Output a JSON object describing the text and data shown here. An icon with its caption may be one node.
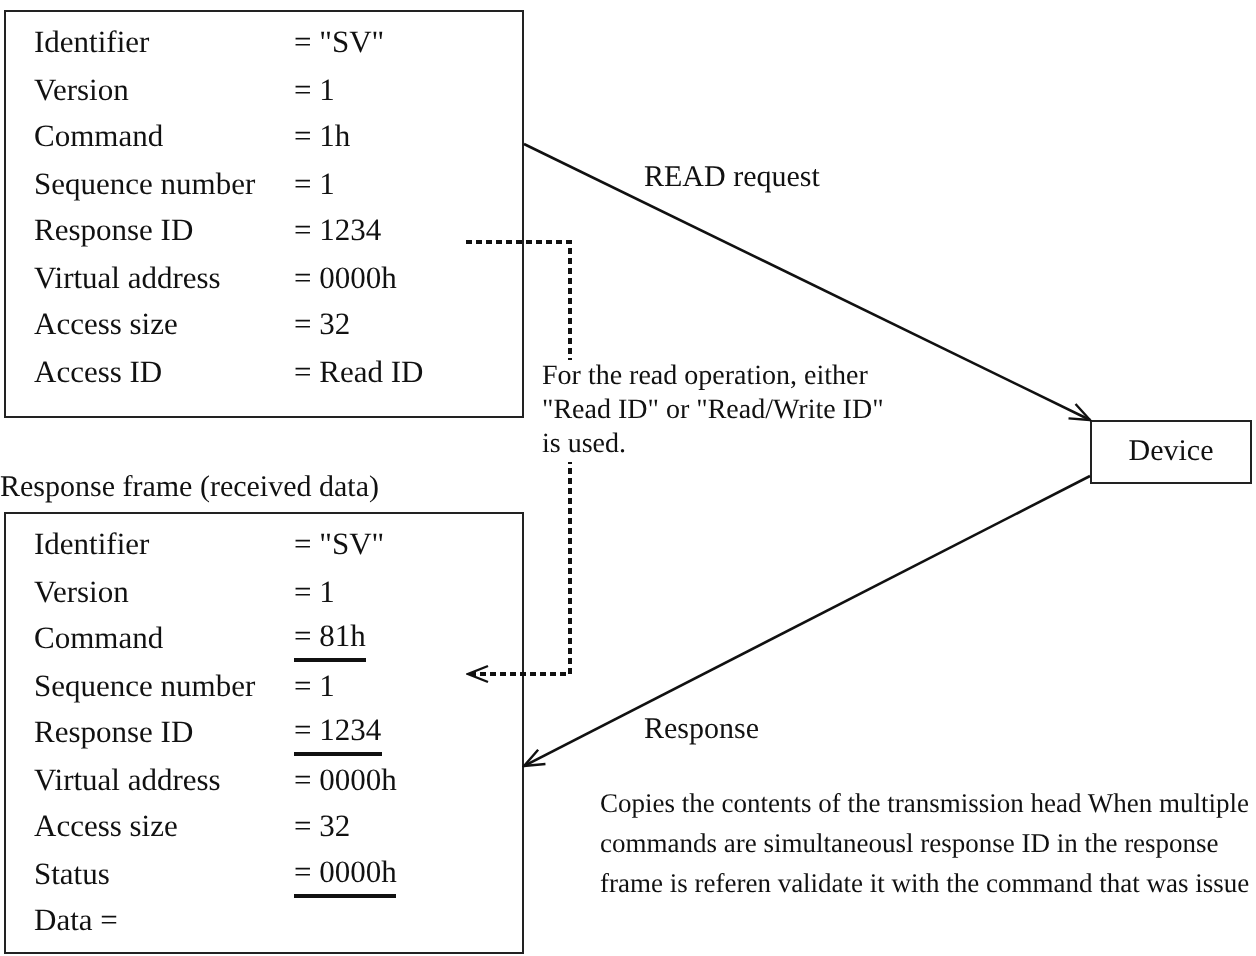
{
  "diagram": {
    "nodes": [
      {
        "text": [
          "Identifier",
          "= \"SV\"",
          "Version",
          "= 1",
          "Command",
          "= 1h",
          "Sequence number",
          "= 1",
          "Response ID",
          "= 1234",
          "Virtual address",
          "= 0000h",
          "Access size",
          "= 32",
          "Access ID",
          "= Read ID"
        ]
      },
      {
        "text": [
          "Identifier",
          "= \"SV\"",
          "Version",
          "= 1",
          "Command",
          "= 81h",
          "Sequence number",
          "= 1",
          "Response ID",
          "= 1234",
          "Virtual address",
          "= 0000h",
          "Access size",
          "= 32",
          "Status",
          "= 0000h",
          "Data ="
        ],
        "beside": [
          "Response frame (received data)"
        ]
      },
      {
        "text": [
          "Device"
        ]
      }
    ],
    "edges": [
      {
        "from": 0,
        "to": 2,
        "arrow": "to",
        "label": "READ request"
      },
      {
        "from": 2,
        "to": 1,
        "arrow": "to",
        "label": "Response"
      },
      {
        "from": 0,
        "to": 1,
        "arrow": "to",
        "style": "dashed",
        "label": "For the read operation, either \"Read ID\" or \"Read/Write ID\" is used."
      }
    ],
    "labels": [
      "Copies the contents of the transmission head When multiple commands are simultaneousl response ID in the response frame is referen validate it with the command that was issue"
    ]
  }
}
